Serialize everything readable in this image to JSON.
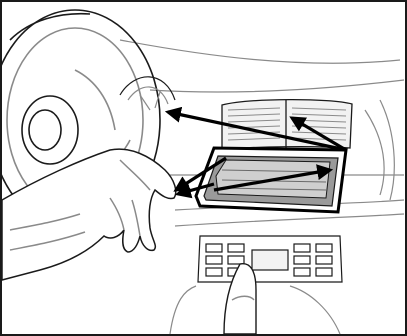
{
  "illustration": {
    "subject": "dashboard-vent-removal",
    "colors": {
      "line": "#1a1a1a",
      "thin_line": "#8a8a8a",
      "fill_light": "#f2f2f2",
      "fill_mid": "#cfcfcf",
      "panel_fill": "#9a9a9a",
      "highlight_border": "#000000",
      "arrow": "#000000"
    },
    "arrows": [
      {
        "name": "arrow-to-gauge"
      },
      {
        "name": "arrow-to-vent"
      },
      {
        "name": "arrow-to-hand-upper"
      },
      {
        "name": "arrow-to-hand-lower"
      },
      {
        "name": "arrow-across-panel"
      }
    ]
  }
}
